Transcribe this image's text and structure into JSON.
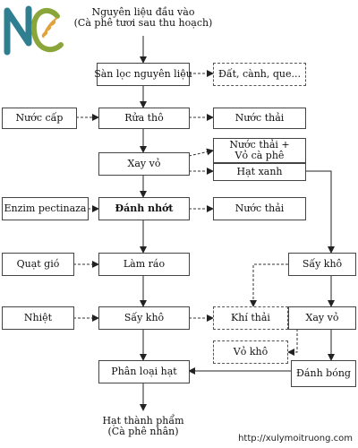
{
  "logo": {
    "letters": "NC",
    "colors": {
      "n": "#2f7f90",
      "c": "#8aa63a",
      "leaf": "#e0a23a"
    }
  },
  "watermark": "http://xulymoitruong.com",
  "input": {
    "line1": "Nguyên liệu đầu vào",
    "line2": "(Cà phê tươi sau thu hoạch)"
  },
  "output": {
    "line1": "Hạt thành phẩm",
    "line2": "(Cà phê nhân)"
  },
  "steps": {
    "san_loc": "Sàn lọc nguyên liệu",
    "rua_tho": "Rửa thô",
    "xay_vo": "Xay vỏ",
    "danh_nhot": "Đánh nhớt",
    "lam_rao": "Làm ráo",
    "say_kho": "Sấy khô",
    "phan_loai": "Phân loại hạt"
  },
  "inputs_left": {
    "nuoc_cap": "Nước cấp",
    "enzim": "Enzim pectinaza",
    "quat_gio": "Quạt gió",
    "nhiet": "Nhiệt"
  },
  "wastes": {
    "dat": "Đất, cành, que...",
    "nuoc_thai_1": "Nước thải",
    "nuoc_thai_vo_line1": "Nước thải +",
    "nuoc_thai_vo_line2": "Vỏ cà phê",
    "nuoc_thai_2": "Nước thải",
    "khi_thai": "Khí thải",
    "vo_kho": "Vỏ khô"
  },
  "right_branch": {
    "hat_xanh": "Hạt xanh",
    "say_kho": "Sấy khô",
    "xay_vo": "Xay vỏ",
    "danh_bong": "Đánh bóng"
  }
}
